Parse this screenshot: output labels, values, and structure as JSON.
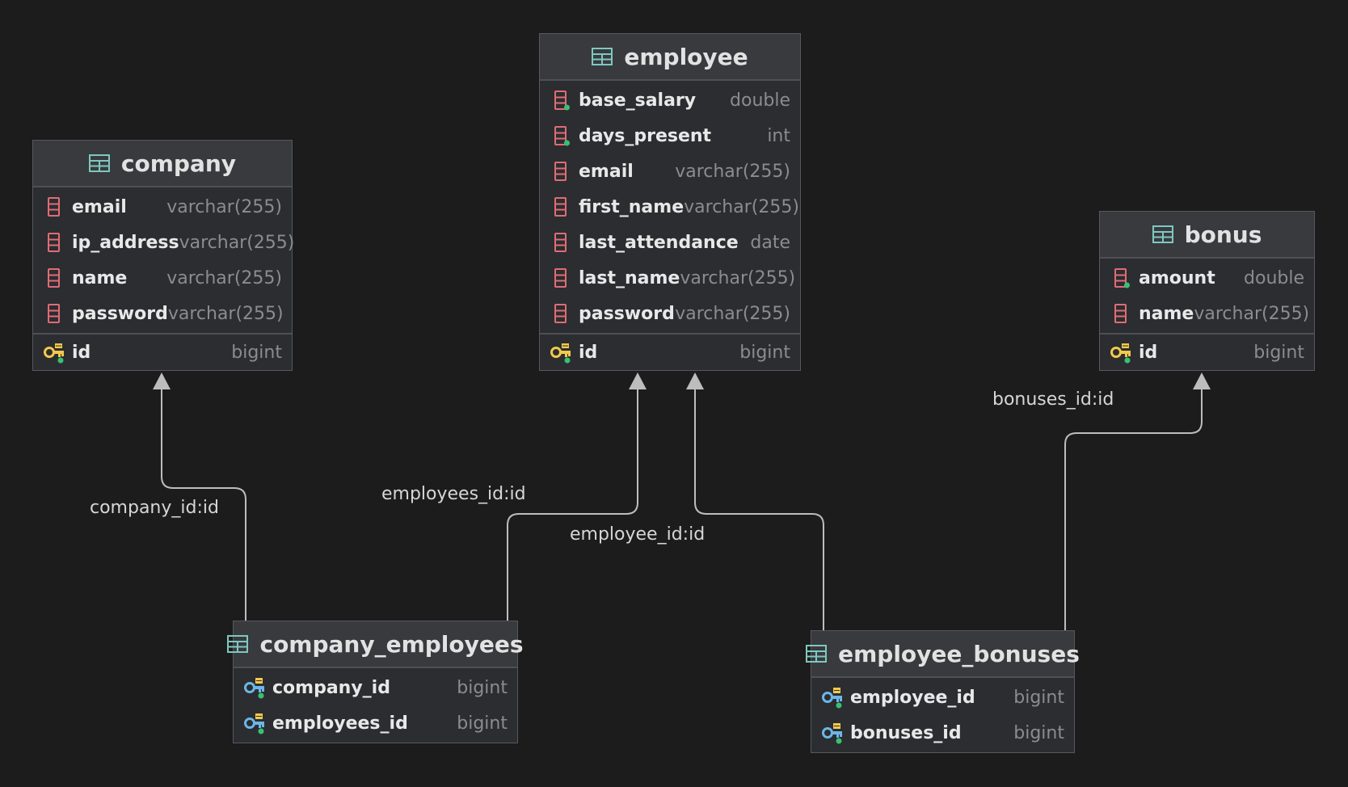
{
  "colors": {
    "background": "#1c1c1c",
    "table_body": "#2b2d30",
    "table_header": "#383a3e",
    "column_icon": "#e06c75",
    "primary_key_icon": "#f2c94c",
    "foreign_key_icon": "#6cb6e8",
    "not_null_dot": "#38c172",
    "table_icon": "#7ec8c0",
    "connector": "#bdbdbd"
  },
  "tables": {
    "company": {
      "name": "company",
      "columns": [
        {
          "name": "email",
          "type": "varchar(255)",
          "icon": "column-icon"
        },
        {
          "name": "ip_address",
          "type": "varchar(255)",
          "icon": "column-icon"
        },
        {
          "name": "name",
          "type": "varchar(255)",
          "icon": "column-icon"
        },
        {
          "name": "password",
          "type": "varchar(255)",
          "icon": "column-icon"
        }
      ],
      "primary_key": {
        "name": "id",
        "type": "bigint",
        "icon": "primary-key-icon"
      }
    },
    "employee": {
      "name": "employee",
      "columns": [
        {
          "name": "base_salary",
          "type": "double",
          "icon": "not-null-column-icon"
        },
        {
          "name": "days_present",
          "type": "int",
          "icon": "not-null-column-icon"
        },
        {
          "name": "email",
          "type": "varchar(255)",
          "icon": "column-icon"
        },
        {
          "name": "first_name",
          "type": "varchar(255)",
          "icon": "column-icon"
        },
        {
          "name": "last_attendance",
          "type": "date",
          "icon": "column-icon"
        },
        {
          "name": "last_name",
          "type": "varchar(255)",
          "icon": "column-icon"
        },
        {
          "name": "password",
          "type": "varchar(255)",
          "icon": "column-icon"
        }
      ],
      "primary_key": {
        "name": "id",
        "type": "bigint",
        "icon": "primary-key-icon"
      }
    },
    "bonus": {
      "name": "bonus",
      "columns": [
        {
          "name": "amount",
          "type": "double",
          "icon": "not-null-column-icon"
        },
        {
          "name": "name",
          "type": "varchar(255)",
          "icon": "column-icon"
        }
      ],
      "primary_key": {
        "name": "id",
        "type": "bigint",
        "icon": "primary-key-icon"
      }
    },
    "company_employees": {
      "name": "company_employees",
      "columns": [
        {
          "name": "company_id",
          "type": "bigint",
          "icon": "foreign-key-icon"
        },
        {
          "name": "employees_id",
          "type": "bigint",
          "icon": "foreign-key-icon"
        }
      ]
    },
    "employee_bonuses": {
      "name": "employee_bonuses",
      "columns": [
        {
          "name": "employee_id",
          "type": "bigint",
          "icon": "foreign-key-icon"
        },
        {
          "name": "bonuses_id",
          "type": "bigint",
          "icon": "foreign-key-icon"
        }
      ]
    }
  },
  "relations": {
    "company_id": {
      "label": "company_id:id",
      "from": "company_employees",
      "to": "company"
    },
    "employees_id": {
      "label": "employees_id:id",
      "from": "company_employees",
      "to": "employee"
    },
    "employee_id": {
      "label": "employee_id:id",
      "from": "employee_bonuses",
      "to": "employee"
    },
    "bonuses_id": {
      "label": "bonuses_id:id",
      "from": "employee_bonuses",
      "to": "bonus"
    }
  }
}
